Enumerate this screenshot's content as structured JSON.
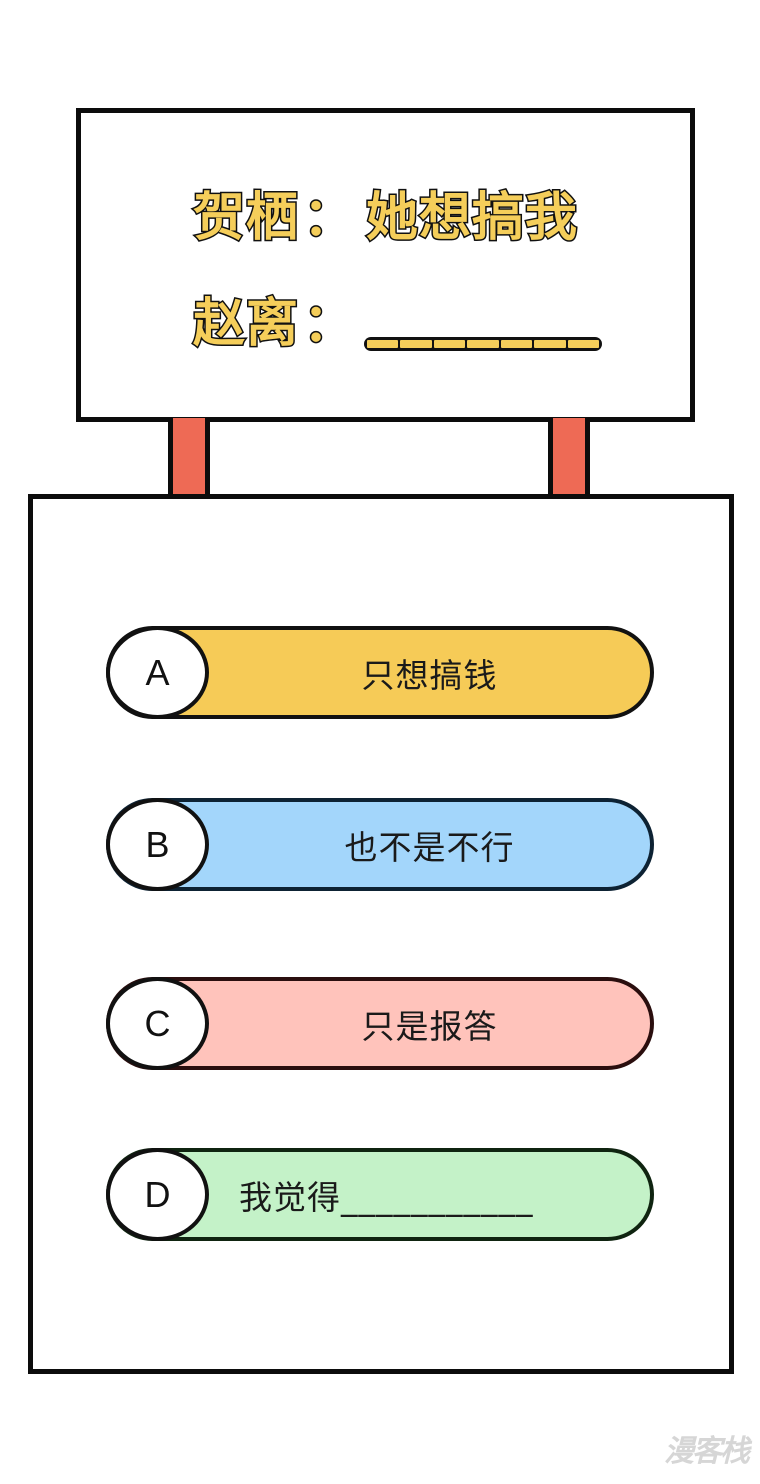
{
  "sign": {
    "line1": {
      "speaker": "贺栖",
      "colon": "：",
      "text": "她想搞我"
    },
    "line2": {
      "speaker": "赵离",
      "colon": "：",
      "blank_segments": 7
    },
    "text_color": "#F5CE5A",
    "post_color": "#EE6A55"
  },
  "options": [
    {
      "letter": "A",
      "text": "只想搞钱",
      "color": "#F6CB57"
    },
    {
      "letter": "B",
      "text": "也不是不行",
      "color": "#A3D6FB"
    },
    {
      "letter": "C",
      "text": "只是报答",
      "color": "#FFC3BB"
    },
    {
      "letter": "D",
      "text": "我觉得___________",
      "color": "#C4F2C8"
    }
  ],
  "watermark": "漫客栈"
}
